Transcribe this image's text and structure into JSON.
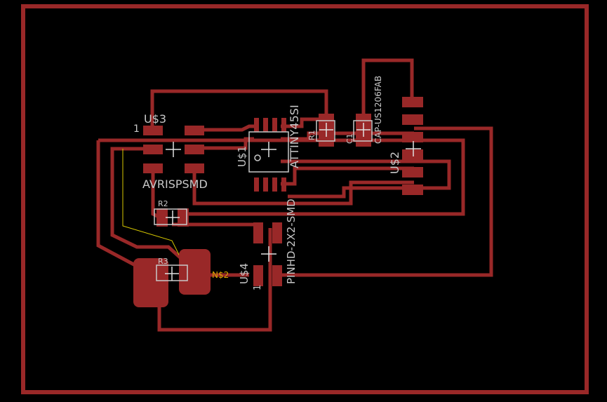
{
  "colors": {
    "background": "#000000",
    "copper": "#992828",
    "silk": "#c8c8c8",
    "airwire": "#d7c800",
    "net_label": "#d7a800"
  },
  "labels": {
    "u3_name": "U$3",
    "u3_pin1": "1",
    "u3_value": "AVRISPSMD",
    "u1_name": "U$1",
    "u1_value": "ATTINY45SI",
    "r1_name": "R1",
    "c1_name": "C1",
    "c1_value": "CAP-US1206FAB",
    "u2_name": "U$2",
    "r2_name": "R2",
    "r3_name": "R3",
    "n2_net": "N$2",
    "u4_name": "U$4",
    "u4_pin1": "1",
    "u4_value": "PINHD-2X2-SMD"
  }
}
